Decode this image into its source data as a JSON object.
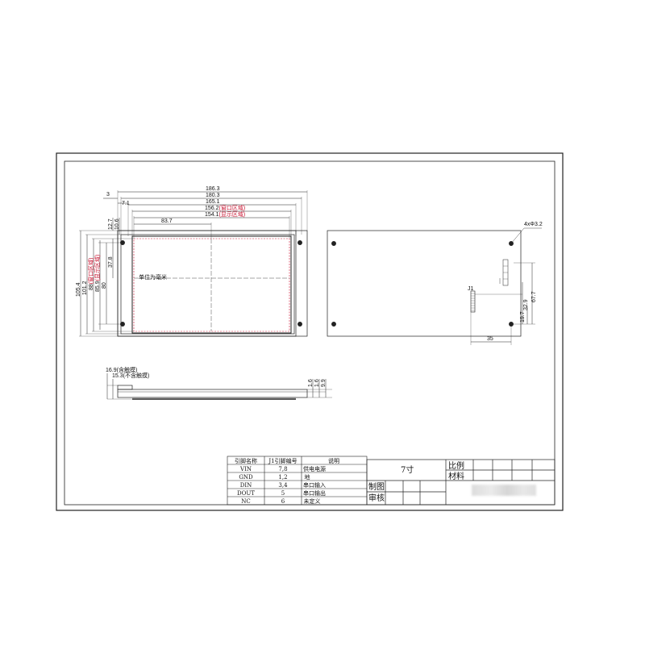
{
  "front_view": {
    "widths": [
      "186.3",
      "180.3",
      "165.1",
      "83.7"
    ],
    "active_area_width": {
      "value": "156.2",
      "note": "(窗口区域)"
    },
    "visible_area_width": {
      "value": "154.1",
      "note": "(显示区域)"
    },
    "left_offsets": [
      "3",
      "7.1"
    ],
    "top_offsets": [
      "12.7",
      "10.6"
    ],
    "heights_left": [
      "105.4",
      "101.2"
    ],
    "active_area_height": {
      "value": "88",
      "note": "(窗口区域)"
    },
    "visible_area_height": {
      "value": "85.9",
      "note": "(显示区域)"
    },
    "heights_inner": [
      "80",
      "37.8"
    ],
    "unit_note": "单位为毫米"
  },
  "back_view": {
    "hole_label": "4xΦ3.2",
    "connector_label": "J1",
    "dims_vertical": [
      "32.9",
      "67.7",
      "19.7"
    ],
    "dims_horizontal": [
      "35"
    ]
  },
  "side_view": {
    "thickness_with_touch": "16.9(含触摸)",
    "thickness_no_touch": "15.3(不含触摸)",
    "right_dims": [
      "1.6",
      "1.6",
      "9.9"
    ]
  },
  "pin_table": {
    "headers": [
      "引脚名称",
      "J1引脚编号",
      "说明"
    ],
    "rows": [
      [
        "VIN",
        "7,8",
        "供电电源"
      ],
      [
        "GND",
        "1,2",
        "地"
      ],
      [
        "DIN",
        "3,4",
        "串口输入"
      ],
      [
        "DOUT",
        "5",
        "串口输出"
      ],
      [
        "NC",
        "6",
        "未定义"
      ]
    ]
  },
  "title_block": {
    "product": "7寸",
    "ratio_label": "比例",
    "material_label": "材料",
    "drawn_label": "制图",
    "checked_label": "审核"
  }
}
